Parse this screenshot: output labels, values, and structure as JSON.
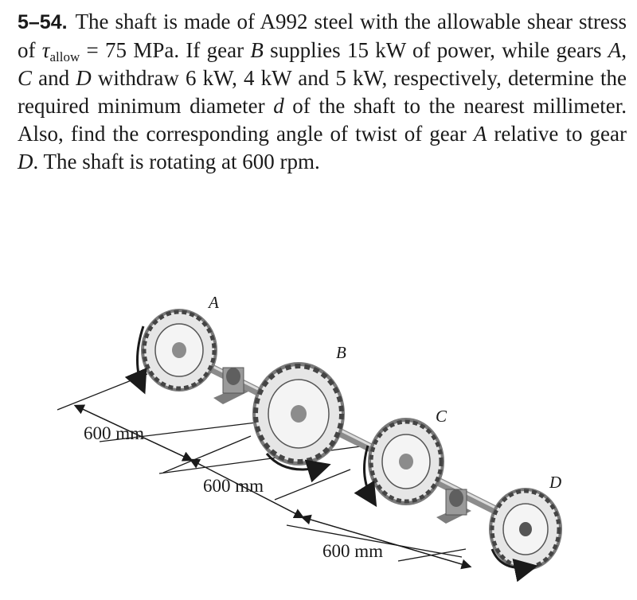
{
  "problem": {
    "number": "5–54.",
    "t1": "The shaft is made of A992 steel with the allowable shear stress of ",
    "tau_symbol": "τ",
    "tau_sub": "allow",
    "t2": " = 75 MPa. If gear ",
    "gB": "B",
    "t3": " supplies 15 kW of power, while gears ",
    "gA": "A",
    "t4": ", ",
    "gC": "C",
    "t5": " and ",
    "gD": "D",
    "t6": " withdraw 6 kW, 4 kW and 5 kW, respectively, determine the required minimum diameter ",
    "d": "d",
    "t7": " of the shaft to the nearest millimeter. Also, find the corresponding angle of twist of gear ",
    "gA2": "A",
    "t8": " relative to gear ",
    "gD2": "D",
    "t9": ". The shaft is rotating at 600 rpm."
  },
  "figure": {
    "gear_labels": [
      "A",
      "B",
      "C",
      "D"
    ],
    "dimensions": [
      "600 mm",
      "600 mm",
      "600 mm"
    ],
    "colors": {
      "gear": "#e6e6e6",
      "gear_dark": "#7a7a7a",
      "shaft": "#8c8c8c",
      "line": "#1a1a1a"
    }
  }
}
